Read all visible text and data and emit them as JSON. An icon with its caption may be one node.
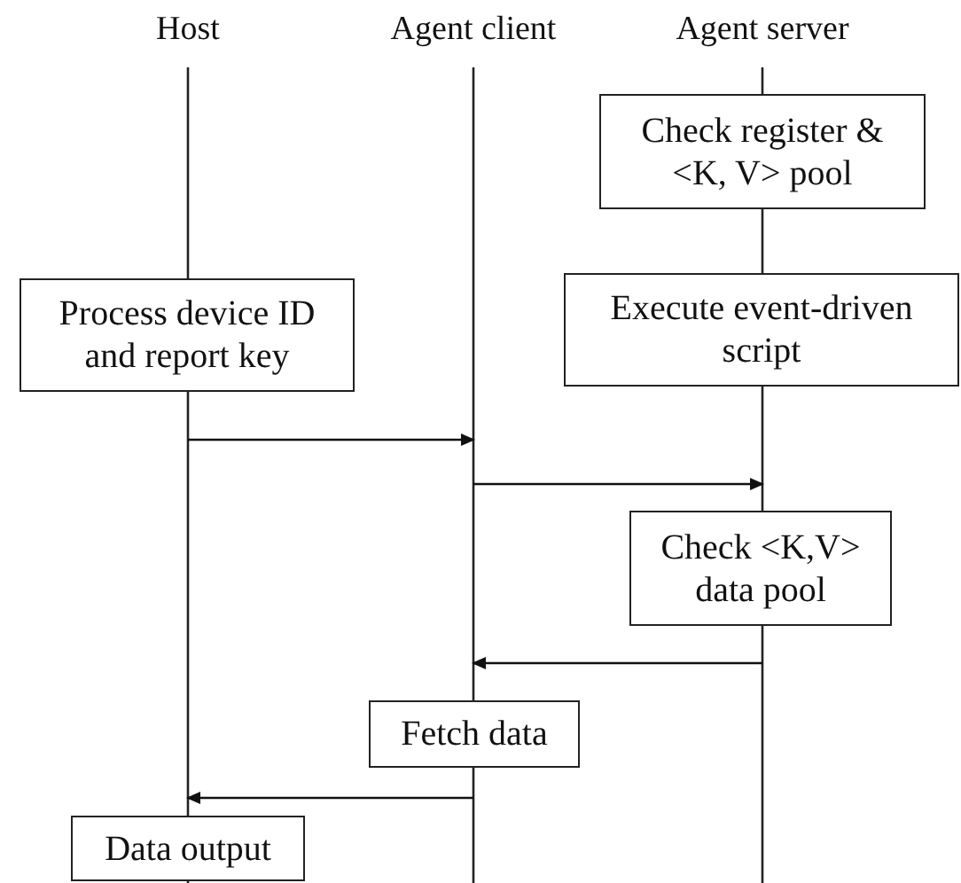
{
  "diagram": {
    "nodes": [
      {
        "text": [
          "Host"
        ]
      },
      {
        "text": [
          "Agent client"
        ]
      },
      {
        "text": [
          "Agent server"
        ]
      },
      {
        "text": [
          "Check register & <K, V> pool"
        ]
      },
      {
        "text": [
          "Process device ID and report key"
        ]
      },
      {
        "text": [
          "Execute event-driven script"
        ]
      },
      {
        "text": [
          "Check <K,V> data pool"
        ]
      },
      {
        "text": [
          "Fetch data"
        ]
      },
      {
        "text": [
          "Data output"
        ]
      }
    ],
    "edges": [
      {
        "from": 0,
        "to": 1,
        "arrow": "to"
      },
      {
        "from": 1,
        "to": 2,
        "arrow": "to"
      },
      {
        "from": 2,
        "to": 1,
        "arrow": "to"
      },
      {
        "from": 1,
        "to": 0,
        "arrow": "to"
      }
    ]
  }
}
